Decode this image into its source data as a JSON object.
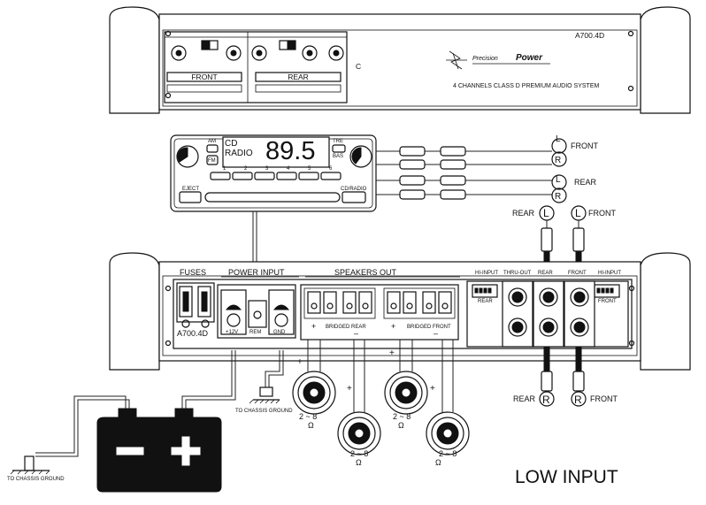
{
  "top_amp": {
    "model": "A700.4D",
    "subtitle": "4 CHANNELS CLASS D PREMIUM AUDIO SYSTEM",
    "brand_prefix": "Precision",
    "brand_suffix": "Power",
    "panel_front": "FRONT",
    "panel_rear": "REAR",
    "side_mark": "C"
  },
  "head_unit": {
    "freq": "89.5",
    "mode_cd": "CD",
    "mode_radio": "RADIO",
    "am": "AM",
    "fm": "FM",
    "tre": "TRE",
    "bas": "BAS",
    "eject": "EJECT",
    "cd_radio": "CD/RADIO",
    "presets": [
      "1",
      "2",
      "3",
      "4",
      "5",
      "6"
    ]
  },
  "rca_labels": {
    "front": "FRONT",
    "rear": "REAR",
    "l": "L",
    "r": "R"
  },
  "bottom_amp": {
    "fuses": "FUSES",
    "power_input": "POWER INPUT",
    "speakers_out": "SPEAKERS OUT",
    "model": "A700.4D",
    "hi_input": "HI-INPUT",
    "thru_out": "THRU-OUT",
    "rear": "REAR",
    "front": "FRONT",
    "rem": "REM",
    "plus_12v": "+12V",
    "gnd": "GND",
    "bridged_rear": "BRIDGED REAR",
    "bridged_front": "BRIDGED FRONT"
  },
  "chassis_ground": "TO CHASSIS GROUND",
  "speaker_impedance": "2 ~ 8",
  "ohm_symbol": "Ω",
  "plus": "+",
  "minus": "–",
  "title": "LOW INPUT",
  "colors": {
    "ink": "#111111",
    "paper": "#ffffff",
    "panel_gray": "#e6e6e6"
  }
}
